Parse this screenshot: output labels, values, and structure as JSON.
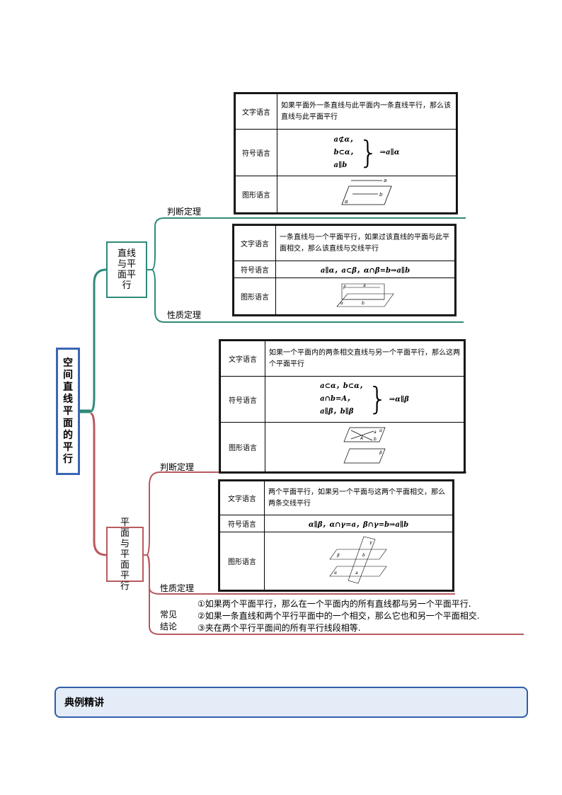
{
  "root": {
    "title": "空间直线平面的平行"
  },
  "line_plane": {
    "title": "直线与平面平行",
    "judge": {
      "label": "判断定理",
      "rows": {
        "text_h": "文字语言",
        "text": "如果平面外一条直线与此平面内一条直线平行，那么该直线与此平面平行",
        "sym_h": "符号语言",
        "sym_lines": [
          "a⊄α，",
          "b⊂α，",
          "a∥b"
        ],
        "sym_result": "⇒a∥α",
        "fig_h": "图形语言",
        "fig_labels": {
          "a": "a",
          "b": "b",
          "alpha": "α"
        }
      }
    },
    "prop": {
      "label": "性质定理",
      "rows": {
        "text_h": "文字语言",
        "text": "一条直线与一个平面平行，如果过该直线的平面与此平面相交，那么该直线与交线平行",
        "sym_h": "符号语言",
        "sym": "a∥α，a⊂β，α∩β=b⇒a∥b",
        "fig_h": "图形语言",
        "fig_labels": {
          "beta": "β",
          "a": "a",
          "alpha": "α",
          "b": "b"
        }
      }
    }
  },
  "plane_plane": {
    "title": "平面与平面平行",
    "judge": {
      "label": "判断定理",
      "rows": {
        "text_h": "文字语言",
        "text": "如果一个平面内的两条相交直线与另一个平面平行，那么这两个平面平行",
        "sym_h": "符号语言",
        "sym_lines": [
          "a⊂α，b⊂α，",
          "a∩b=A，",
          "a∥β，b∥β"
        ],
        "sym_result": "⇒α∥β",
        "fig_h": "图形语言",
        "fig_labels": {
          "a": "a",
          "b": "b",
          "A": "A",
          "alpha": "α",
          "beta": "β"
        }
      }
    },
    "prop": {
      "label": "性质定理",
      "rows": {
        "text_h": "文字语言",
        "text": "两个平面平行，如果另一个平面与这两个平面相交，那么两条交线平行",
        "sym_h": "符号语言",
        "sym": "α∥β，α∩γ=a，β∩γ=b⇒a∥b",
        "fig_h": "图形语言",
        "fig_labels": {
          "gamma": "γ",
          "beta": "β",
          "b": "b",
          "alpha": "α",
          "a": "a"
        }
      }
    },
    "conclusions": {
      "label": "常见结论",
      "items": [
        "①如果两个平面平行，那么在一个平面内的所有直线都与另一个平面平行.",
        "②如果一条直线和两个平行平面中的一个相交，那么它也和另一个平面相交.",
        "③夹在两个平行平面间的所有平行线段相等."
      ]
    }
  },
  "banner": {
    "title": "典例精讲"
  }
}
